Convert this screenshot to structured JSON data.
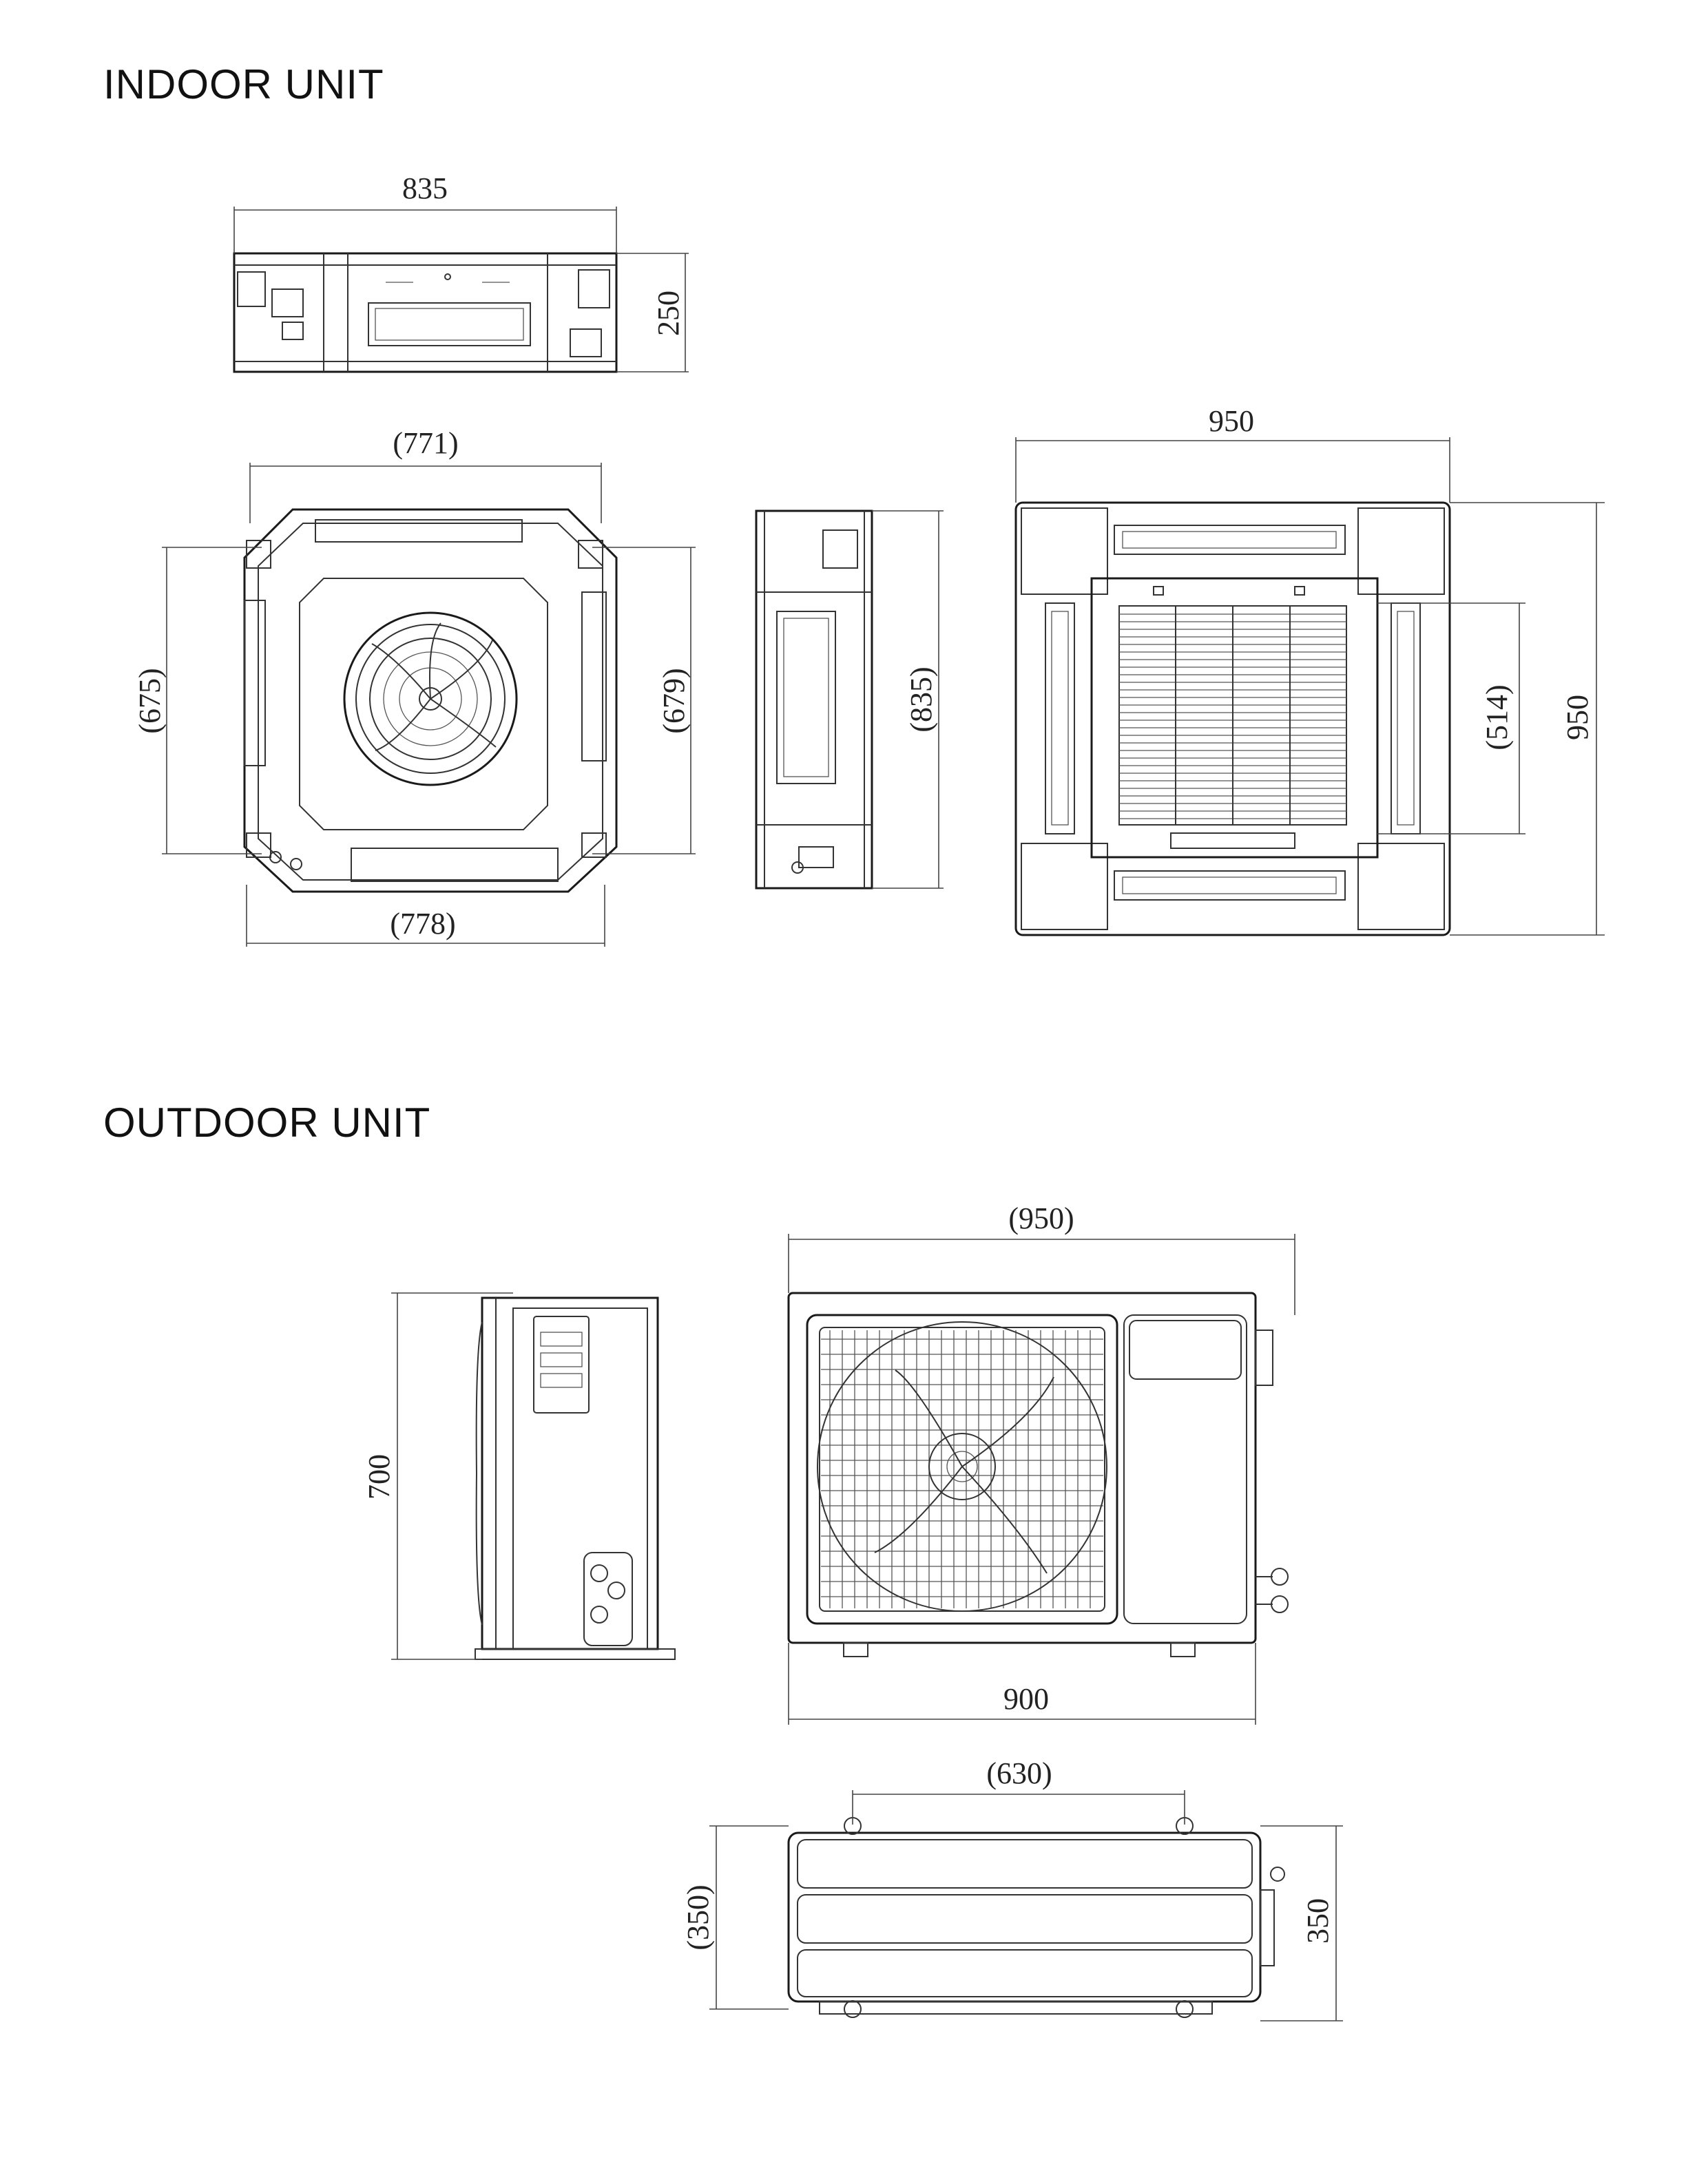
{
  "sections": {
    "indoor": {
      "title": "INDOOR UNIT"
    },
    "outdoor": {
      "title": "OUTDOOR UNIT"
    }
  },
  "dimensions": {
    "indoor_front_width": "835",
    "indoor_front_height": "250",
    "indoor_bottom_top": "(771)",
    "indoor_bottom_bottom": "(778)",
    "indoor_bottom_left": "(675)",
    "indoor_bottom_right": "(679)",
    "indoor_side_height": "(835)",
    "panel_width": "950",
    "panel_height": "950",
    "panel_inner": "(514)",
    "outdoor_side_height": "700",
    "outdoor_front_top": "(950)",
    "outdoor_front_bottom": "900",
    "outdoor_top_mount": "(630)",
    "outdoor_top_left": "(350)",
    "outdoor_top_right": "350"
  },
  "colors": {
    "line": "#1a1a1a",
    "background": "#ffffff"
  }
}
